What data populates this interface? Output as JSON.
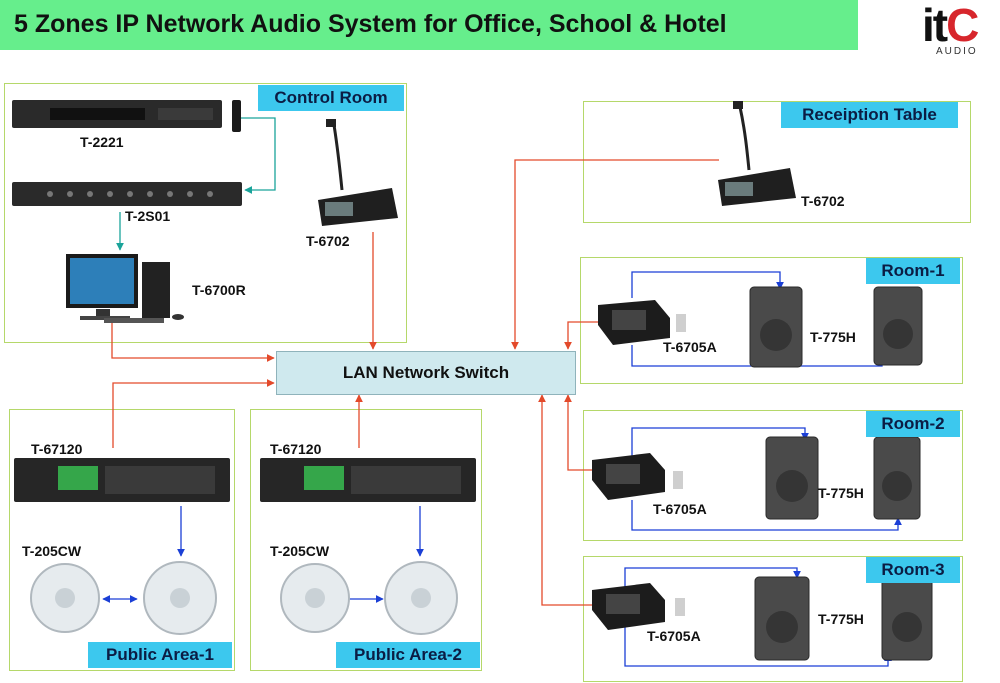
{
  "title": "5 Zones IP Network Audio System for Office, School & Hotel",
  "logo": {
    "main_a": "it",
    "main_b": "C",
    "sub": "AUDIO"
  },
  "colors": {
    "title_bg": "#66ee8c",
    "tag_bg": "#3cc8ee",
    "panel_border": "#b5d86a",
    "switch_bg": "#cfe9ee",
    "lan_line": "#e34a2b",
    "audio_line": "#1b3fd6",
    "local_line": "#1aa39a"
  },
  "switch": {
    "label": "LAN Network Switch"
  },
  "areas": {
    "control_room": {
      "tag": "Control Room",
      "devices": {
        "tuner": "T-2221",
        "matrix": "T-2S01",
        "pc": "T-6700R",
        "mic": "T-6702"
      }
    },
    "reception": {
      "tag": "Receiption Table",
      "mic": "T-6702"
    },
    "room1": {
      "tag": "Room-1",
      "terminal": "T-6705A",
      "speaker": "T-775H"
    },
    "room2": {
      "tag": "Room-2",
      "terminal": "T-6705A",
      "speaker": "T-775H"
    },
    "room3": {
      "tag": "Room-3",
      "terminal": "T-6705A",
      "speaker": "T-775H"
    },
    "public1": {
      "tag": "Public Area-1",
      "amp": "T-67120",
      "speaker": "T-205CW"
    },
    "public2": {
      "tag": "Public Area-2",
      "amp": "T-67120",
      "speaker": "T-205CW"
    }
  }
}
